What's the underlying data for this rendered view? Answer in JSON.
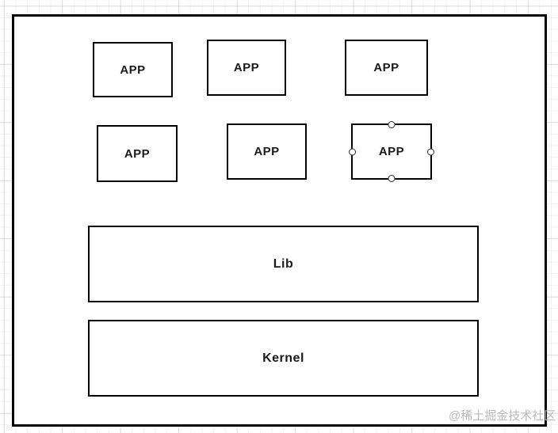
{
  "diagram": {
    "container": {
      "id": "outer-box",
      "label": ""
    },
    "nodes": [
      {
        "id": "app-1",
        "label": "APP",
        "selected": false
      },
      {
        "id": "app-2",
        "label": "APP",
        "selected": false
      },
      {
        "id": "app-3",
        "label": "APP",
        "selected": false
      },
      {
        "id": "app-4",
        "label": "APP",
        "selected": false
      },
      {
        "id": "app-5",
        "label": "APP",
        "selected": false
      },
      {
        "id": "app-6",
        "label": "APP",
        "selected": true,
        "connection_points": [
          "top",
          "right",
          "bottom",
          "left"
        ]
      },
      {
        "id": "lib",
        "label": "Lib",
        "selected": false
      },
      {
        "id": "kernel",
        "label": "Kernel",
        "selected": false
      }
    ]
  },
  "watermark": {
    "text": "@稀土掘金技术社区"
  },
  "colors": {
    "shape_border": "#000000",
    "shape_fill": "#ffffff",
    "label_text": "#1a1a1a",
    "grid_line": "#e9e9ec",
    "watermark_text": "#b9b9bd"
  }
}
